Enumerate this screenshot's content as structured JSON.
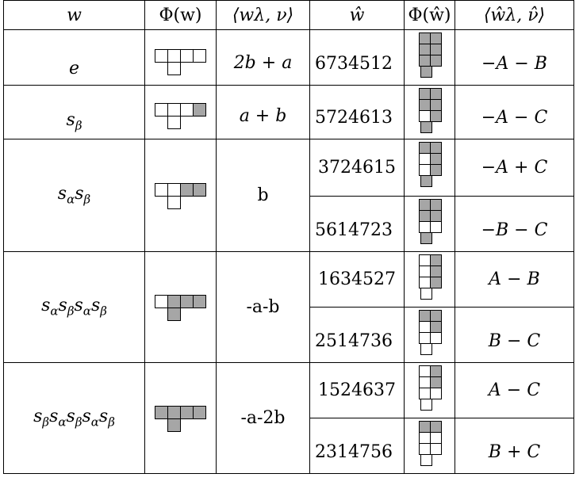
{
  "headers": {
    "w": "w",
    "phi_w": "Φ(w)",
    "pair": "⟨wλ, ν⟩",
    "what": "ŵ",
    "phi_what": "Φ(ŵ)",
    "pair_hat": "⟨ŵλ, ν̂⟩"
  },
  "rows": [
    {
      "w": "e",
      "pair": "2b + a",
      "diagram_w": {
        "top": [
          0,
          0,
          0,
          0
        ],
        "bottom": 0
      },
      "subs": [
        {
          "what": "6734512",
          "pair_hat": "−A − B",
          "diagram": {
            "cells": [
              [
                1,
                1
              ],
              [
                1,
                1
              ],
              [
                1,
                1
              ]
            ],
            "tail": 1
          }
        }
      ]
    },
    {
      "w": "sβ",
      "pair": "a + b",
      "diagram_w": {
        "top": [
          0,
          0,
          0,
          1
        ],
        "bottom": 0
      },
      "subs": [
        {
          "what": "5724613",
          "pair_hat": "−A − C",
          "diagram": {
            "cells": [
              [
                1,
                1
              ],
              [
                1,
                1
              ],
              [
                0,
                1
              ]
            ],
            "tail": 1
          }
        }
      ]
    },
    {
      "w": "sαsβ",
      "pair": "b",
      "diagram_w": {
        "top": [
          0,
          0,
          1,
          1
        ],
        "bottom": 0
      },
      "subs": [
        {
          "what": "3724615",
          "pair_hat": "−A + C",
          "diagram": {
            "cells": [
              [
                1,
                1
              ],
              [
                0,
                1
              ],
              [
                0,
                1
              ]
            ],
            "tail": 1
          }
        },
        {
          "what": "5614723",
          "pair_hat": "−B − C",
          "diagram": {
            "cells": [
              [
                1,
                1
              ],
              [
                1,
                1
              ],
              [
                0,
                0
              ]
            ],
            "tail": 1
          }
        }
      ]
    },
    {
      "w": "sαsβsαsβ",
      "pair": "-a-b",
      "diagram_w": {
        "top": [
          0,
          1,
          1,
          1
        ],
        "bottom": 1
      },
      "subs": [
        {
          "what": "1634527",
          "pair_hat": "A − B",
          "diagram": {
            "cells": [
              [
                0,
                1
              ],
              [
                0,
                1
              ],
              [
                0,
                1
              ]
            ],
            "tail": 0
          }
        },
        {
          "what": "2514736",
          "pair_hat": "B − C",
          "diagram": {
            "cells": [
              [
                1,
                1
              ],
              [
                0,
                1
              ],
              [
                0,
                0
              ]
            ],
            "tail": 0
          }
        }
      ]
    },
    {
      "w": "sβsαsβsαsβ",
      "pair": "-a-2b",
      "diagram_w": {
        "top": [
          1,
          1,
          1,
          1
        ],
        "bottom": 1
      },
      "subs": [
        {
          "what": "1524637",
          "pair_hat": "A − C",
          "diagram": {
            "cells": [
              [
                0,
                1
              ],
              [
                0,
                1
              ],
              [
                0,
                0
              ]
            ],
            "tail": 0
          }
        },
        {
          "what": "2314756",
          "pair_hat": "B + C",
          "diagram": {
            "cells": [
              [
                1,
                1
              ],
              [
                0,
                0
              ],
              [
                0,
                0
              ]
            ],
            "tail": 0
          }
        }
      ]
    }
  ]
}
